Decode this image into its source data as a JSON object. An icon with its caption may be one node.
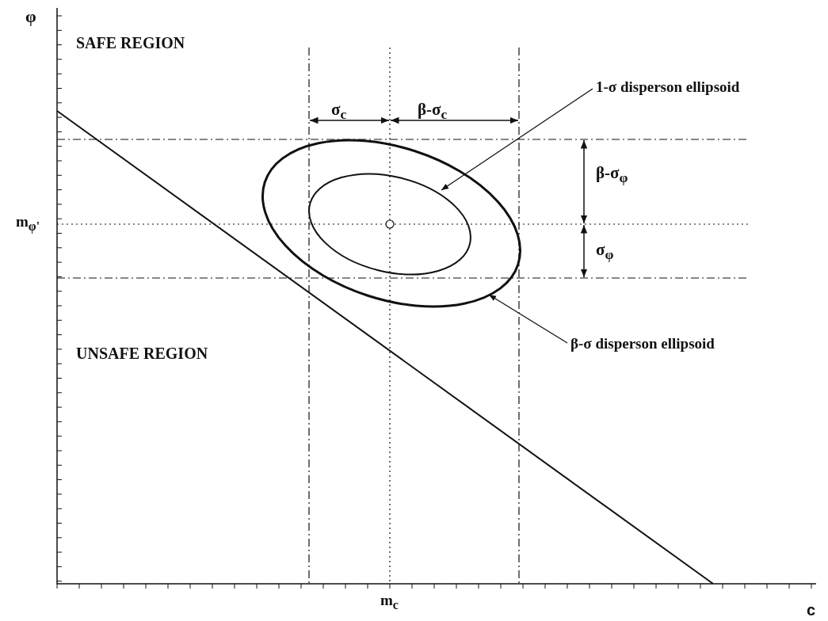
{
  "diagram": {
    "nodes": [
      {
        "text": [
          "1-σ disperson ellipsoid"
        ]
      },
      {
        "text": [],
        "shape": "ellipse",
        "in": 3
      },
      {
        "text": [
          "β-σ disperson ellipsoid"
        ]
      },
      {
        "text": [],
        "shape": "ellipse"
      }
    ],
    "edges": [
      {
        "from": 0,
        "to": 1,
        "arrow": "to"
      },
      {
        "from": 2,
        "to": 3,
        "arrow": "to"
      }
    ],
    "labels": [
      "φ",
      "SAFE REGION",
      "σ$_{c}$",
      "β-σ$_{c}$",
      "m$_{φ'}$",
      "β-σ$_{φ}$",
      "σ$_{φ}$",
      "UNSAFE REGION",
      "m$_{c}$",
      "c"
    ]
  }
}
